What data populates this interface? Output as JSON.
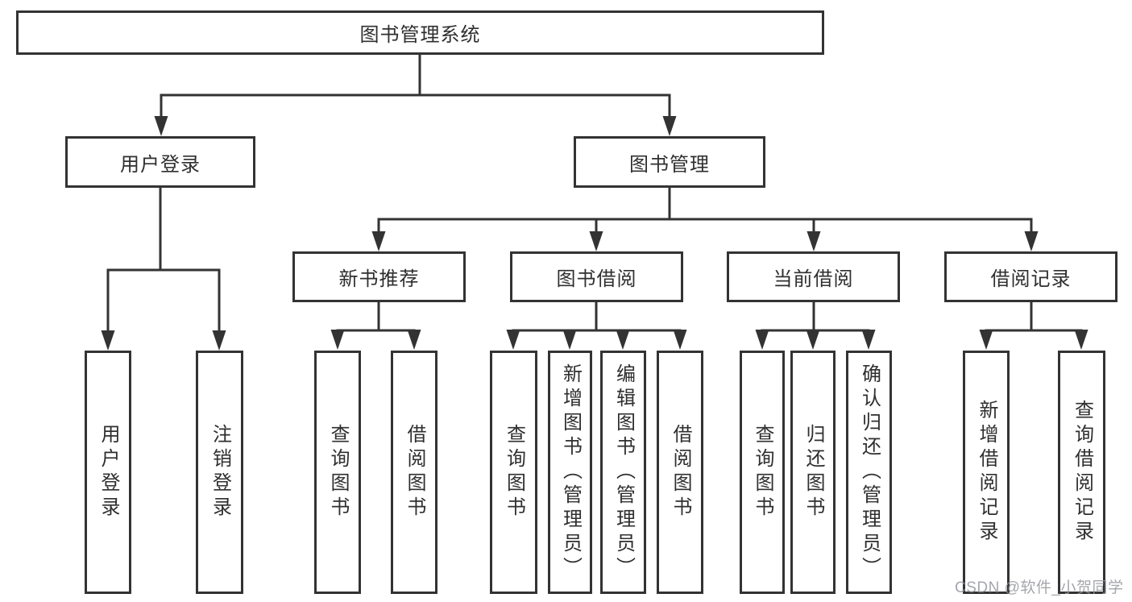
{
  "title": "图书管理系统",
  "level2": [
    "用户登录",
    "图书管理"
  ],
  "level3": [
    "新书推荐",
    "图书借阅",
    "当前借阅",
    "借阅记录"
  ],
  "leaves": {
    "userLogin": [
      "用户登录",
      "注销登录"
    ],
    "newBooks": [
      "查询图书",
      "借阅图书"
    ],
    "borrow": [
      "查询图书",
      "新增图书（管理员）",
      "编辑图书（管理员）",
      "借阅图书"
    ],
    "current": [
      "查询图书",
      "归还图书",
      "确认归还（管理员）"
    ],
    "records": [
      "新增借阅记录",
      "查询借阅记录"
    ]
  },
  "watermark": "CSDN @软件_小贺同学",
  "colors": {
    "line": "#333333",
    "text": "#2f2f2f",
    "watermark": "#94969c",
    "background": "#ffffff"
  }
}
